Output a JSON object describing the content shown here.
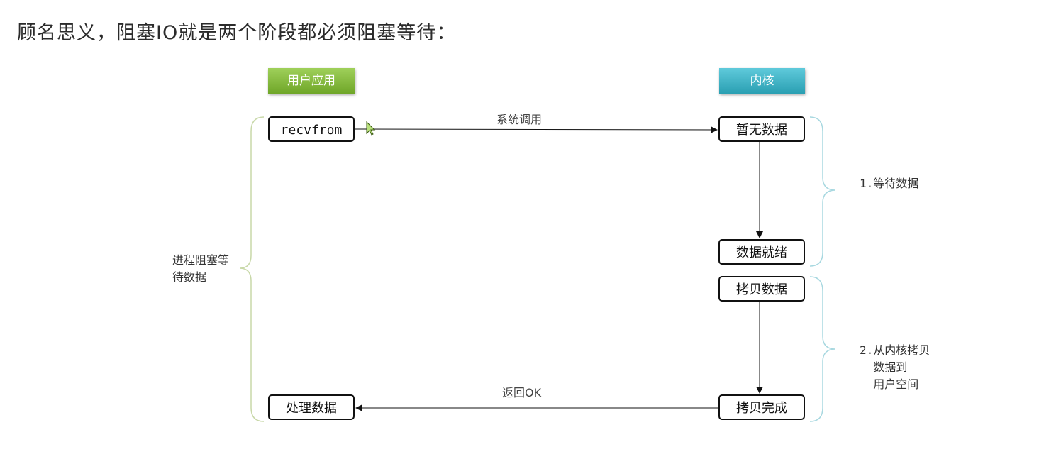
{
  "heading": "顾名思义，阻塞IO就是两个阶段都必须阻塞等待：",
  "lanes": {
    "user": "用户应用",
    "kernel": "内核"
  },
  "nodes": {
    "recvfrom": "recvfrom",
    "process_data": "处理数据",
    "no_data": "暂无数据",
    "data_ready": "数据就绪",
    "copy_data": "拷贝数据",
    "copy_done": "拷贝完成"
  },
  "edges": {
    "syscall": "系统调用",
    "return_ok": "返回OK"
  },
  "side_labels": {
    "left": "进程阻塞等待数据",
    "phase1": "1.等待数据",
    "phase2": "2.从内核拷贝\n  数据到\n  用户空间"
  },
  "colors": {
    "user_header": "#7cb342",
    "kernel_header": "#2ea9bc",
    "brace_left": "#c8d8a8",
    "brace_right": "#a8d8e0"
  }
}
